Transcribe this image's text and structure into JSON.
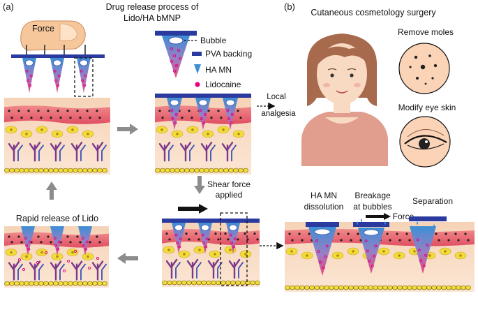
{
  "panels": {
    "a": "(a)",
    "b": "(b)"
  },
  "title": {
    "line1": "Drug release process of",
    "line2": "Lido/HA bMNP"
  },
  "labels": {
    "force": "Force",
    "legend_bubble": "Bubble",
    "legend_pva": "PVA backing",
    "legend_hamn": "HA MN",
    "legend_lido": "Lidocaine",
    "local1": "Local",
    "local2": "analgesia",
    "shear1": "Shear force",
    "shear2": "applied",
    "rapid": "Rapid release of Lido",
    "dissolution1": "HA MN",
    "dissolution2": "dissolution",
    "breakage1": "Breakage",
    "breakage2": "at bubbles",
    "force2": "Force",
    "separation": "Separation",
    "surgery": "Cutaneous cosmetology surgery",
    "moles": "Remove moles",
    "eye": "Modify eye skin"
  },
  "colors": {
    "backing": "#2b3a9e",
    "needle_top": "#3d8fd6",
    "needle_bottom": "#e8487e",
    "lido": "#e6007e",
    "skin_top": "#f3c8a8",
    "muscle": "#e5586a",
    "fat": "#f2dc3c",
    "vessel": "#7b3a8c",
    "face_skin": "#f8d9c2",
    "hair": "#a86a4d",
    "shirt": "#e19e8e"
  }
}
